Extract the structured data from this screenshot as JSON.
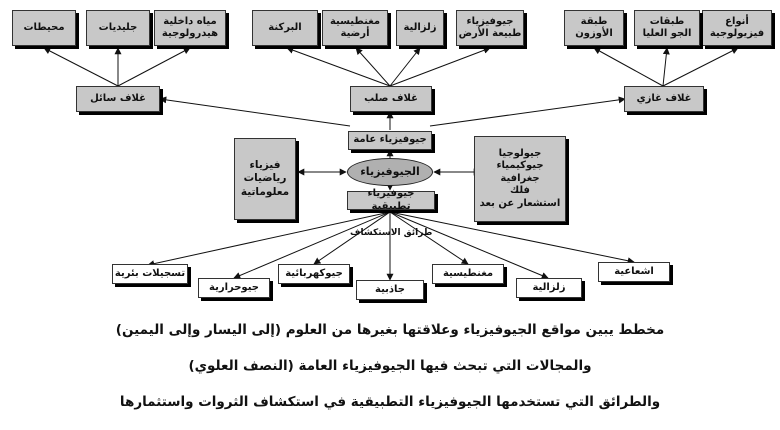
{
  "diagram": {
    "sub_topics": {
      "solid_earth": "جيوفيزياء\nطبيعة الأرض",
      "seismic": "زلزالية",
      "geomagnetism": "مغنطيسية\nأرضية",
      "volcanoes": "البركنة",
      "hydrology": "مياه داخلية\nهيدرولوجية",
      "glaciers": "جليديات",
      "oceans": "محيطات",
      "atmo_types": "أنواع\nفيزيولوجية",
      "upper_atmosphere": "طبقات\nالجو العليا",
      "ozone": "طبقة\nالأوزون"
    },
    "envelopes": {
      "liquid": "غلاف سائل",
      "solid": "غلاف صلب",
      "gaseous": "غلاف غازي"
    },
    "general": "جيوفيزياء عامة",
    "center": "الجيوفيزياء",
    "applied": "جيوفيزياء تطبيقية",
    "left_sciences": "فيزياء\nرياضيات\nمعلوماتية",
    "right_sciences": "جيولوجيا\nجيوكيمياء\nجغرافية\nفلك\nاستشعار عن بعد",
    "methods_label": "طرائق الاستكشاف",
    "methods": {
      "well_logs": "تسجيلات بئرية",
      "geothermal": "جيوحرارية",
      "geoelectric": "جيوكهربائية",
      "gravity": "جاذبية",
      "magnetic": "مغنطيسية",
      "seismic_method": "زلزالية",
      "radiometric": "اشعاعية"
    }
  },
  "caption": {
    "line1": "مخطط يبين مواقع الجيوفيزياء وعلاقتها بغيرها من العلوم (إلى اليسار وإلى اليمين)",
    "line2": "والمجالات التي تبحث فيها الجيوفيزياء العامة (النصف العلوي)",
    "line3": "والطرائق التي تستخدمها الجيوفيزياء التطبيقية في استكشاف الثروات واستثمارها"
  },
  "colors": {
    "box_fill": "#c8c8c8",
    "ellipse_fill": "#b0b0b0",
    "line": "#111111"
  }
}
